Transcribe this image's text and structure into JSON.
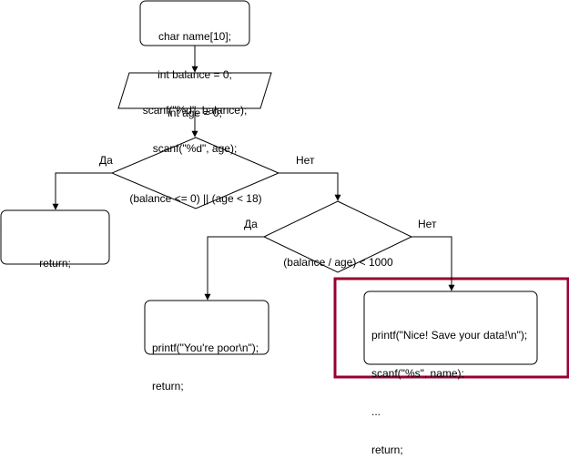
{
  "diagram": {
    "nodes": {
      "decl": {
        "lines": [
          "char name[10];",
          "int balance = 0;",
          "int age = 0;"
        ]
      },
      "input": {
        "lines": [
          "scanf(\"%d\", balance);",
          "scanf(\"%d\", age);"
        ]
      },
      "cond1": {
        "text": "(balance <= 0) || (age < 18)"
      },
      "ret1": {
        "text": "return;"
      },
      "cond2": {
        "text": "(balance / age) < 1000"
      },
      "poor": {
        "lines": [
          "printf(\"You're poor\\n\");",
          "return;"
        ]
      },
      "nice": {
        "lines": [
          "printf(\"Nice! Save your data!\\n\");",
          "scanf(\"%s\", name);",
          "...",
          "return;"
        ]
      }
    },
    "edge_labels": {
      "cond1_yes": "Да",
      "cond1_no": "Нет",
      "cond2_yes": "Да",
      "cond2_no": "Нет"
    },
    "highlight_color": "#990033",
    "stroke_color": "#000000"
  }
}
